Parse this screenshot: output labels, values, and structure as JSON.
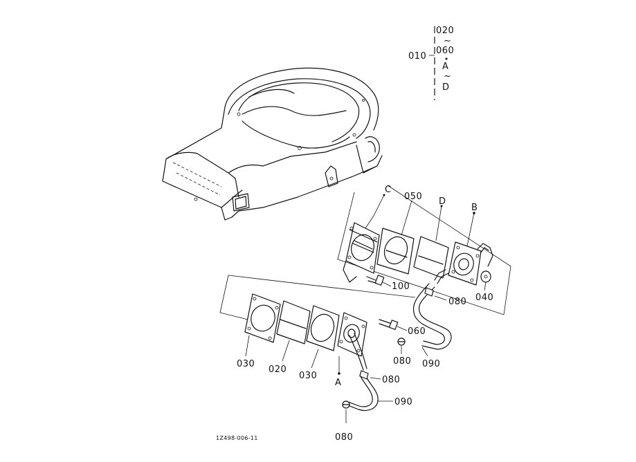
{
  "diagram": {
    "drawing_code": "1Z498-006-11",
    "legend": {
      "assembly_number": "010",
      "range_start": "020",
      "range_mid": "060",
      "letter_start": "A",
      "letter_end": "D",
      "tilde": "~"
    },
    "callouts": {
      "c_letter": "C",
      "p050": "050",
      "d_letter": "D",
      "b_letter": "B",
      "p100": "100",
      "p080_upper": "080",
      "p040": "040",
      "p060": "060",
      "p080_mid": "080",
      "p090_right": "090",
      "p030_left": "030",
      "p020": "020",
      "p030_right": "030",
      "a_letter": "A",
      "p080_lower": "080",
      "p090_lower": "090",
      "p080_bottom": "080"
    }
  }
}
